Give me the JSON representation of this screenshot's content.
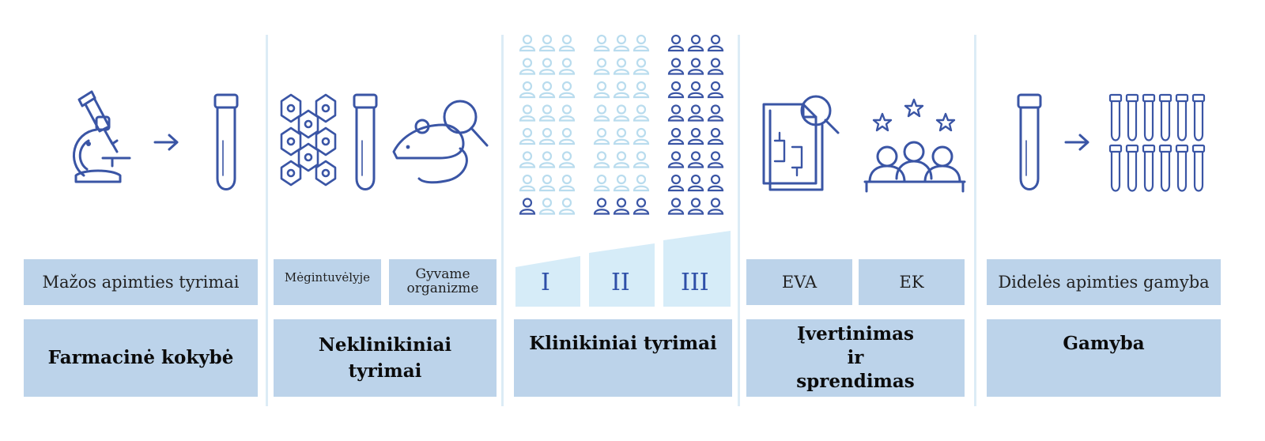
{
  "colors": {
    "box": "#bcd3ea",
    "icon": "#3a55a5",
    "faint": "#b9dcee",
    "phase": "#d6ecf8",
    "divider": "#dcecf6"
  },
  "stages": [
    {
      "title": "Farmacinė kokybė",
      "labels": [
        "Mažos apimties tyrimai"
      ],
      "icons": [
        "microscope-icon",
        "arrow-right-icon",
        "test-tube-icon"
      ]
    },
    {
      "title": "Neklinikiniai tyrimai",
      "labels": [
        "Mėgintuvėlyje",
        "Gyvame organizme"
      ],
      "icons": [
        "cells-icon",
        "test-tube-icon",
        "mouse-magnifier-icon"
      ]
    },
    {
      "title": "Klinikiniai tyrimai",
      "labels": [
        "I",
        "II",
        "III"
      ],
      "icons": [
        "people-group-icon"
      ]
    },
    {
      "title": "Įvertinimas ir sprendimas",
      "labels": [
        "EVA",
        "EK"
      ],
      "icons": [
        "document-magnifier-icon",
        "committee-stars-icon"
      ]
    },
    {
      "title": "Gamyba",
      "labels": [
        "Didelės apimties gamyba"
      ],
      "icons": [
        "test-tube-icon",
        "arrow-right-icon",
        "tube-rack-icon"
      ]
    }
  ],
  "clinical_groups": [
    {
      "phase": "I",
      "dark_people": 1
    },
    {
      "phase": "II",
      "dark_people": 3
    },
    {
      "phase": "III",
      "dark_people": 24
    }
  ]
}
